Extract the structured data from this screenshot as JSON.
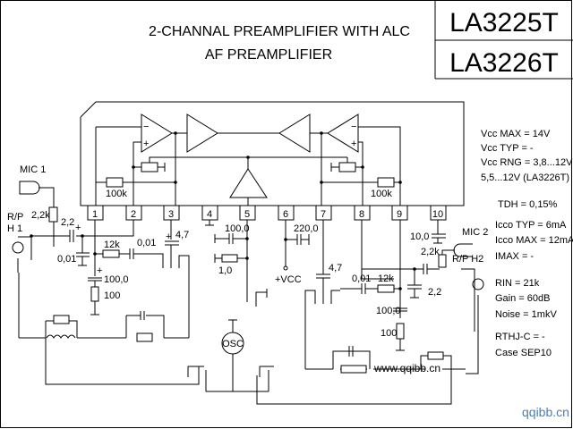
{
  "header": {
    "title_line1": "2-CHANNAL PREAMPLIFIER WITH ALC",
    "title_line2": "AF PREAMPLIFIER",
    "part1": "LA3225T",
    "part2": "LA3226T"
  },
  "specs": [
    {
      "label": "Vcc MAX = 14V"
    },
    {
      "label": "Vcc TYP  =  -"
    },
    {
      "label": "Vcc RNG = 3,8...12V"
    },
    {
      "label": "5,5...12V (LA3226T)"
    },
    {
      "label": "TDH = 0,15%"
    },
    {
      "label": "Icco TYP = 6mA"
    },
    {
      "label": "Icco MAX = 12mA"
    },
    {
      "label": "IMAX  =      -"
    },
    {
      "label": "RIN   = 21k"
    },
    {
      "label": "Gain  = 60dB"
    },
    {
      "label": "Noise = 1mkV"
    },
    {
      "label": "RTHJ-C = -"
    },
    {
      "label": "Case  SEP10"
    }
  ],
  "pins": [
    "1",
    "2",
    "3",
    "4",
    "5",
    "6",
    "7",
    "8",
    "9",
    "10"
  ],
  "components": {
    "r_fb_left": "100k",
    "r_fb_right": "100k",
    "mic1": "MIC 1",
    "mic2": "MIC 2",
    "rp_h1_a": "R/P",
    "rp_h1_b": "H 1",
    "rp_h2": "R/P H2",
    "r_mic1": "2,2k",
    "c_in1": "2,2",
    "c_001_left": "0,01",
    "r_12k_left": "12k",
    "c_001_left2": "0,01",
    "c_47_left": "4,7",
    "c_100_left": "100,0",
    "r_100_left": "100",
    "c_100_pin5": "100,0",
    "r_1_pin5": "1,0",
    "c_220_pin6": "220,0",
    "vcc": "+VCC",
    "c_47_right": "4,7",
    "c_10_pin10": "10,0",
    "r_mic2": "2,2k",
    "c_001_right": "0,01",
    "r_12k_right": "12k",
    "c_22_right": "2,2",
    "c_100_right": "100,0",
    "r_100_right": "100",
    "osc": "OSC"
  },
  "watermark_inline": "www.qqibb.cn",
  "watermark": "qqibb.cn",
  "colors": {
    "watermark": "#4a7fb5"
  }
}
